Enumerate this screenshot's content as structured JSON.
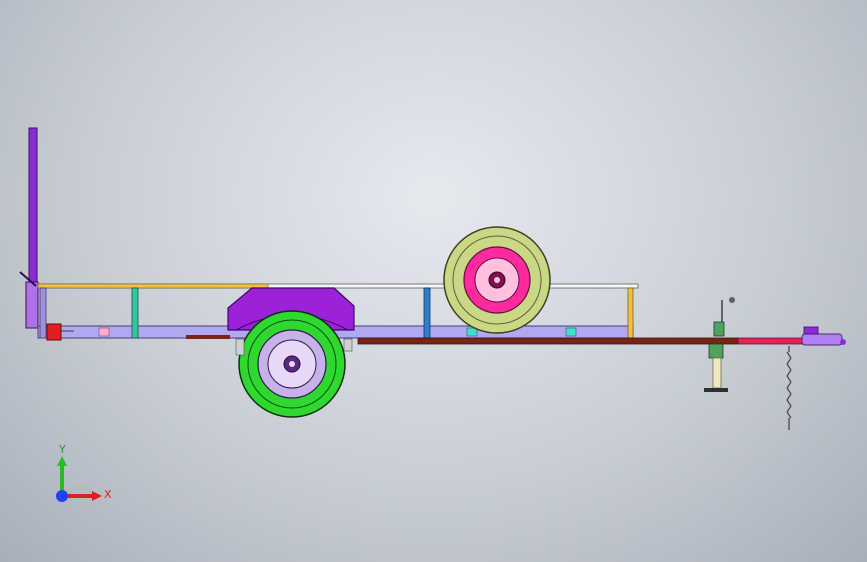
{
  "view": {
    "name": "trailer-side-view",
    "background_top": "#e6e9ee",
    "background_bottom": "#a9afb9"
  },
  "model": {
    "parts": {
      "fender_color": "#9b22d8",
      "main_tire_color": "#2fd82f",
      "spare_tire_color": "#c8d884",
      "spare_rim_color": "#ff2a9e",
      "frame_color": "#b0a8f0",
      "tongue_color": "#7a2418",
      "coupler_color": "#e8205a",
      "tail_post_color": "#8a2bd6",
      "rail_color": "#f0c040"
    }
  },
  "triad": {
    "x_label": "X",
    "y_label": "Y",
    "x_color": "#e02020",
    "y_color": "#20c020",
    "z_color": "#2040ff"
  }
}
